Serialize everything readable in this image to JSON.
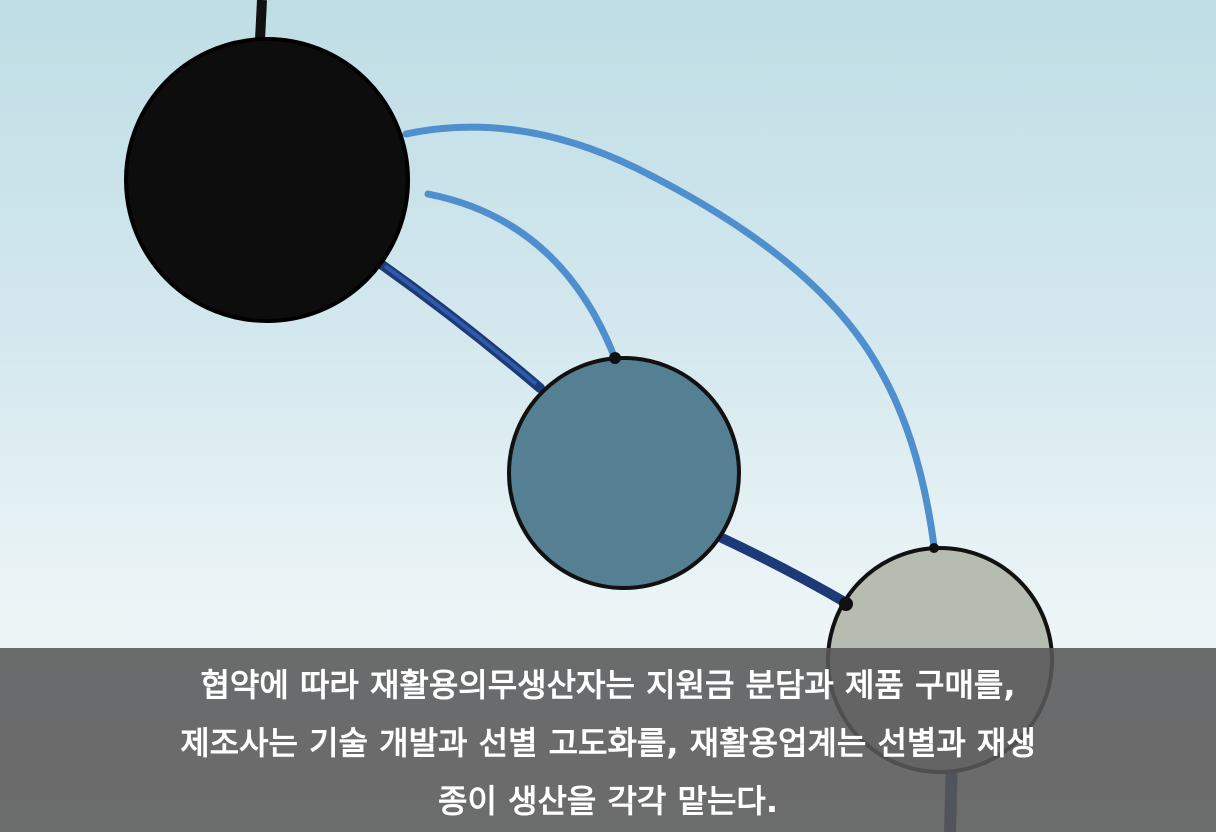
{
  "caption": {
    "lines": [
      "협약에 따라 재활용의무생산자는 지원금 분담과 제품 구매를,",
      "제조사는 기술 개발과 선별 고도화를, 재활용업계는 선별과 재생",
      "종이 생산을 각각 맡는다."
    ]
  },
  "colors": {
    "node_dark": "#0d0d0d",
    "node_mid": "#557f92",
    "node_light": "#b6bdb0",
    "link_light": "#4f8fcd",
    "link_dark": "#1d3a78"
  }
}
